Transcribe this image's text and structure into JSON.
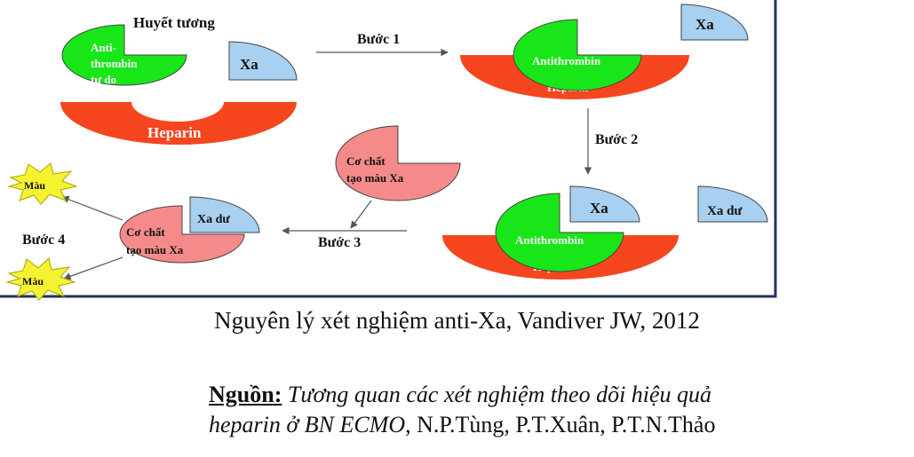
{
  "diagram": {
    "plasma_label": "Huyết tương",
    "free_antithrombin": [
      "Anti-",
      "thrombin",
      "tự do"
    ],
    "xa": "Xa",
    "heparin": "Heparin",
    "antithrombin": "Antithrombin",
    "step1": "Bước 1",
    "step2": "Bước 2",
    "step3": "Bước 3",
    "step4": "Bước 4",
    "xa_residual": "Xa dư",
    "chromogenic_substrate": [
      "Cơ chất",
      "tạo màu Xa"
    ],
    "color": "Màu",
    "colors": {
      "green": "#19e619",
      "heparin": "#f5461f",
      "xa": "#a8d0f0",
      "substrate": "#f58a8a",
      "burst": "#f5f232",
      "frame": "#223355"
    }
  },
  "caption": "Nguyên lý xét nghiệm anti-Xa, Vandiver JW, 2012",
  "source": {
    "label": "Nguồn:",
    "title_line1": "Tương quan các xét nghiệm theo dõi hiệu quả",
    "title_line2": "heparin ở BN ECMO",
    "authors": ", N.P.Tùng, P.T.Xuân, P.T.N.Thảo"
  }
}
